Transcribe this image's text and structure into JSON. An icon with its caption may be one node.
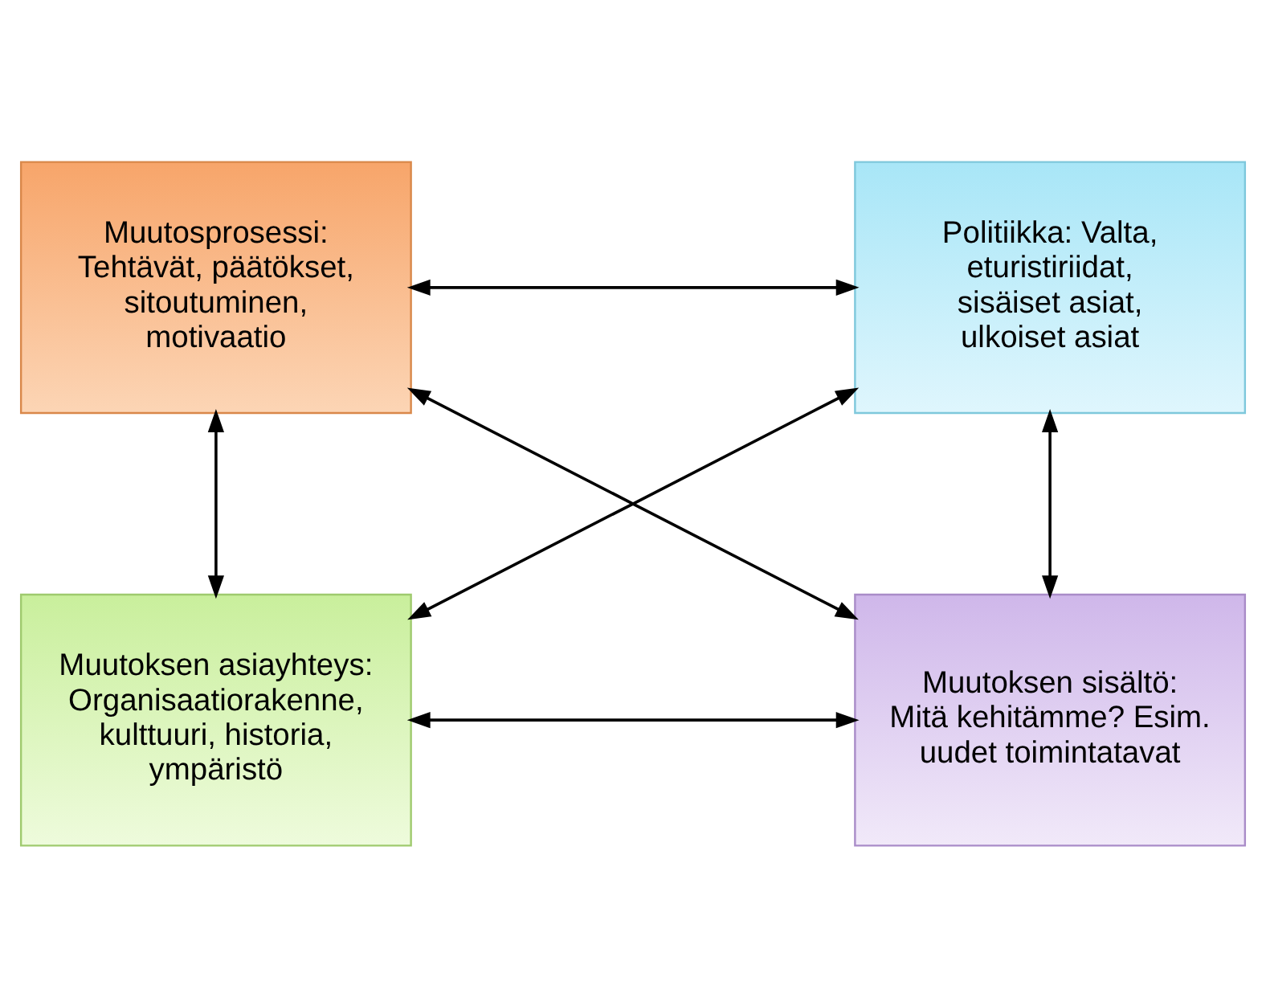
{
  "diagram": {
    "nodes": [
      {
        "text": [
          "Muutosprosessi: Tehtävät, päätökset, sitoutuminen, motivaatio"
        ]
      },
      {
        "text": [
          "Politiikka: Valta, eturistiriidat, sisäiset asiat, ulkoiset asiat"
        ]
      },
      {
        "text": [
          "Muutoksen asiayhteys: Organisaatiorakenne, kulttuuri, historia, ympäristö"
        ]
      },
      {
        "text": [
          "Muutoksen sisältö: Mitä kehitämme? Esim. uudet toimintatavat"
        ]
      }
    ],
    "edges": [
      {
        "from": 0,
        "to": 1,
        "arrow": "both"
      },
      {
        "from": 0,
        "to": 2,
        "arrow": "both"
      },
      {
        "from": 1,
        "to": 3,
        "arrow": "both"
      },
      {
        "from": 2,
        "to": 1,
        "arrow": "both"
      },
      {
        "from": 0,
        "to": 3,
        "arrow": "both"
      },
      {
        "from": 2,
        "to": 3,
        "arrow": "both"
      }
    ]
  }
}
